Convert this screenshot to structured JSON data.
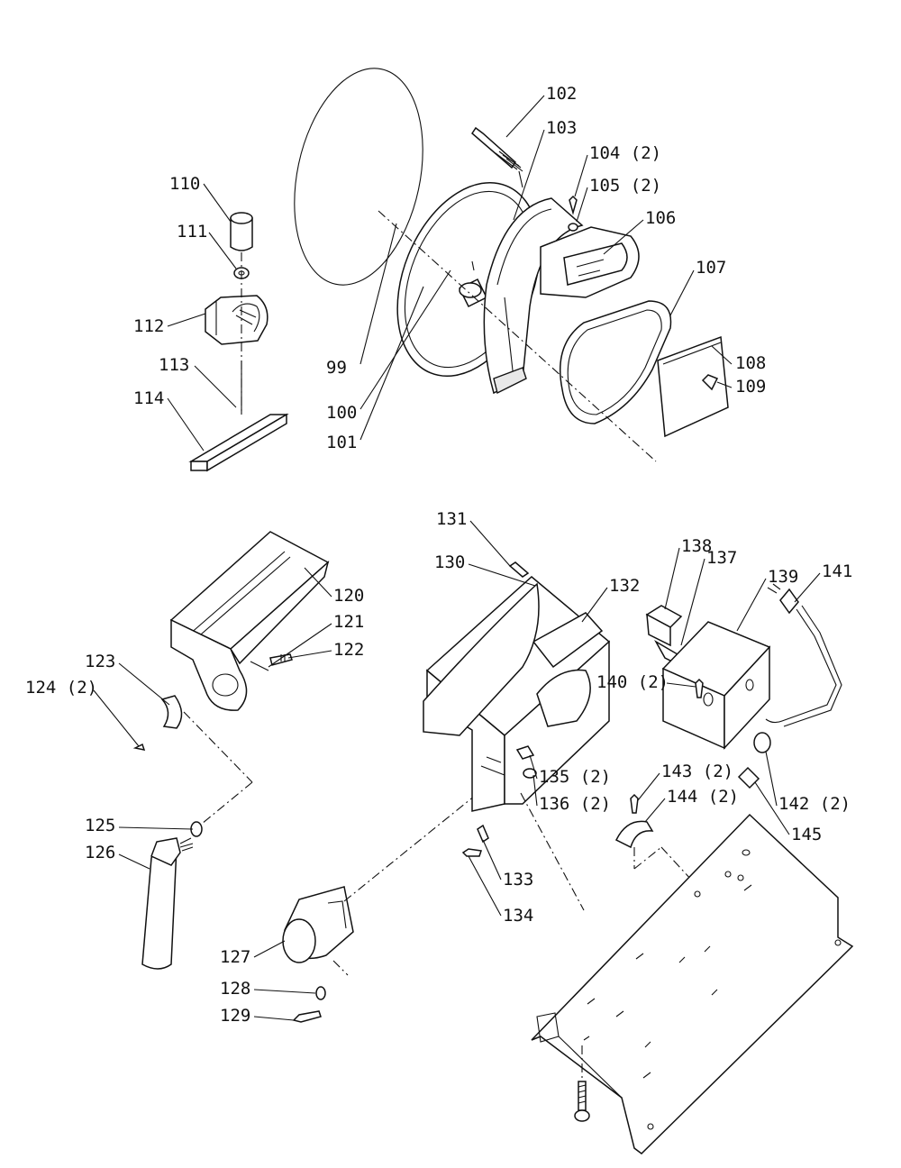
{
  "diagram": {
    "callouts": [
      {
        "id": "c99",
        "text": "99"
      },
      {
        "id": "c100",
        "text": "100"
      },
      {
        "id": "c101",
        "text": "101"
      },
      {
        "id": "c102",
        "text": "102"
      },
      {
        "id": "c103",
        "text": "103"
      },
      {
        "id": "c104",
        "text": "104 (2)"
      },
      {
        "id": "c105",
        "text": "105 (2)"
      },
      {
        "id": "c106",
        "text": "106"
      },
      {
        "id": "c107",
        "text": "107"
      },
      {
        "id": "c108",
        "text": "108"
      },
      {
        "id": "c109",
        "text": "109"
      },
      {
        "id": "c110",
        "text": "110"
      },
      {
        "id": "c111",
        "text": "111"
      },
      {
        "id": "c112",
        "text": "112"
      },
      {
        "id": "c113",
        "text": "113"
      },
      {
        "id": "c114",
        "text": "114"
      },
      {
        "id": "c120",
        "text": "120"
      },
      {
        "id": "c121",
        "text": "121"
      },
      {
        "id": "c122",
        "text": "122"
      },
      {
        "id": "c123",
        "text": "123"
      },
      {
        "id": "c124",
        "text": "124 (2)"
      },
      {
        "id": "c125",
        "text": "125"
      },
      {
        "id": "c126",
        "text": "126"
      },
      {
        "id": "c127",
        "text": "127"
      },
      {
        "id": "c128",
        "text": "128"
      },
      {
        "id": "c129",
        "text": "129"
      },
      {
        "id": "c130",
        "text": "130"
      },
      {
        "id": "c131",
        "text": "131"
      },
      {
        "id": "c132",
        "text": "132"
      },
      {
        "id": "c133",
        "text": "133"
      },
      {
        "id": "c134",
        "text": "134"
      },
      {
        "id": "c135",
        "text": "135 (2)"
      },
      {
        "id": "c136",
        "text": "136 (2)"
      },
      {
        "id": "c137",
        "text": "137"
      },
      {
        "id": "c138",
        "text": "138"
      },
      {
        "id": "c139",
        "text": "139"
      },
      {
        "id": "c140",
        "text": "140 (2)"
      },
      {
        "id": "c141",
        "text": "141"
      },
      {
        "id": "c142",
        "text": "142 (2)"
      },
      {
        "id": "c143",
        "text": "143 (2)"
      },
      {
        "id": "c144",
        "text": "144 (2)"
      },
      {
        "id": "c145",
        "text": "145"
      }
    ]
  }
}
